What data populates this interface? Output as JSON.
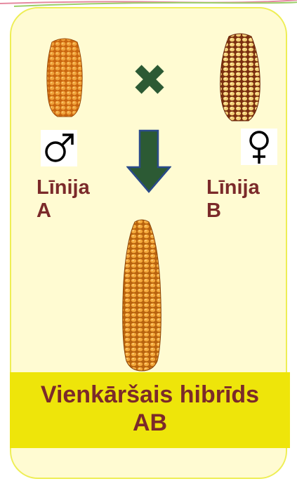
{
  "parent_a": {
    "label_line1": "Līnija",
    "label_line2": "A",
    "symbol": "male-symbol"
  },
  "parent_b": {
    "label_line1": "Līnija",
    "label_line2": "B",
    "symbol": "female-symbol"
  },
  "cross_symbol": "cross-icon",
  "arrow": "arrow-down-icon",
  "hybrid": {
    "title_line1": "Vienkāršais hibrīds",
    "title_line2": "AB"
  },
  "colors": {
    "card_background": "#fffbd2",
    "card_border": "#eeee55",
    "banner_background": "#eee50a",
    "label_text": "#7b2a2a",
    "cross": "#2c5a34",
    "arrow_fill": "#2c5a34",
    "arrow_stroke": "#2a4a8a"
  }
}
